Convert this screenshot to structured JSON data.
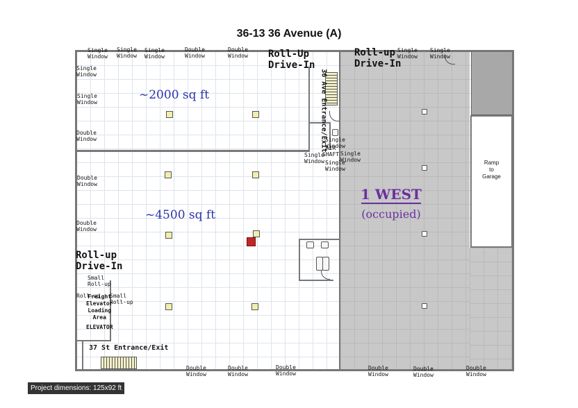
{
  "title": "36-13 36 Avenue (A)",
  "areas": {
    "upper": "~2000 sq ft",
    "lower": "~4500 sq ft"
  },
  "unit": {
    "name": "1 WEST",
    "status": "(occupied)"
  },
  "ramp_label": "Ramp\nto\nGarage",
  "labels": {
    "roll_up_top_left": "Roll-Up\nDrive-In",
    "roll_up_top_right": "Roll-up\nDrive-In",
    "roll_up_left": "Roll-up\nDrive-In",
    "entrance_36": "36 Ave Entrance/Exit",
    "entrance_37": "37 St Entrance/Exit",
    "air_shaft": "AIR\nSHAFT",
    "small_roll_up_1": "Small\nRoll-up",
    "small_roll_up_2": "Small\nRoll-up",
    "roll_up_short": "Roll-up",
    "freight_elevator": "Freight\nElevator\nLoading\nArea",
    "elevator": "ELEVATOR"
  },
  "windows": {
    "top_1": "Single\nWindow",
    "top_2": "Single\nWindow",
    "top_3": "Single\nWindow",
    "top_4": "Double\nWindow",
    "top_5": "Double\nWindow",
    "top_6": "Single\nWindow",
    "top_7": "Single\nWindow",
    "left_1": "Single\nWindow",
    "left_2": "Single\nWindow",
    "left_3": "Double\nWindow",
    "left_4": "Double\nWindow",
    "left_5": "Double\nWindow",
    "mid_1": "Single\nWindow",
    "mid_2": "Single\nWindow",
    "mid_3": "Single\nWindow",
    "mid_4": "Single\nWindow",
    "bottom_1": "Double\nWindow",
    "bottom_2": "Double\nWindow",
    "bottom_3": "Double\nWindow",
    "bottom_4": "Double\nWindow",
    "bottom_5": "Double\nWindow",
    "bottom_6": "Double\nWindow"
  },
  "legend": "Project dimensions: 125x92 ft"
}
